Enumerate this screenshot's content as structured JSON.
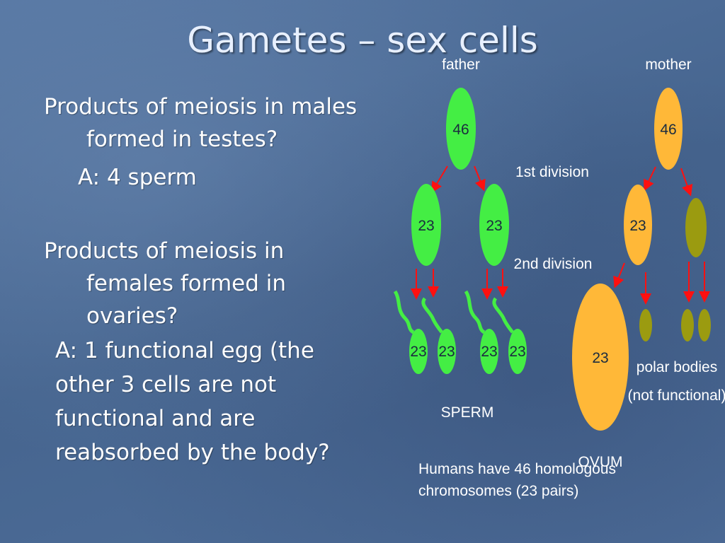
{
  "title": "Gametes – sex cells",
  "bullets": {
    "q1": "Products of meiosis in males formed in testes?",
    "a1": "A:  4 sperm",
    "q2": "Products of meiosis in females formed in ovaries?",
    "a2": "A:  1 functional egg (the other 3 cells are not functional and are reabsorbed by the body?"
  },
  "diagram": {
    "father_label": "father",
    "mother_label": "mother",
    "first_division": "1st division",
    "second_division": "2nd division",
    "sperm_label": "SPERM",
    "ovum_label": "OVUM",
    "polar_bodies_line1": "polar bodies",
    "polar_bodies_line2": "(not functional)",
    "parent_count": "46",
    "gamete_count": "23",
    "colors": {
      "male": "#44ee44",
      "female": "#ffb838",
      "polar": "#9b9b10",
      "arrow": "#ff1010"
    }
  },
  "note": "Humans have 46 homologous chromosomes (23 pairs)"
}
